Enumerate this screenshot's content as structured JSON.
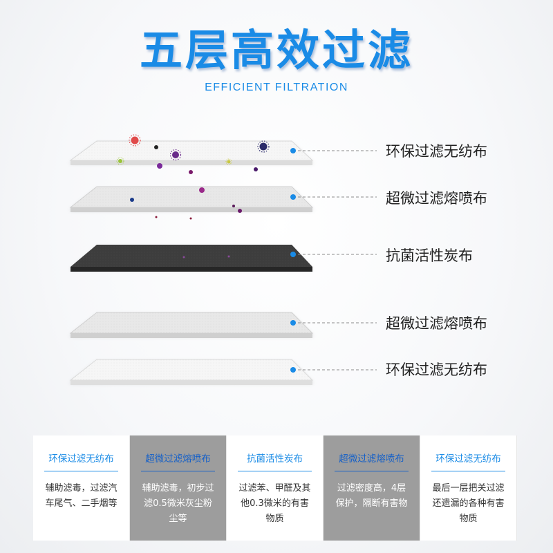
{
  "header": {
    "title": "五层高效过滤",
    "subtitle": "EFFICIENT FILTRATION"
  },
  "layers": [
    {
      "label": "环保过滤无纺布",
      "shade": "#f6f6f6"
    },
    {
      "label": "超微过滤熔喷布",
      "shade": "#e8e8e8"
    },
    {
      "label": "抗菌活性炭布",
      "shade": "#3c3c3c"
    },
    {
      "label": "超微过滤熔喷布",
      "shade": "#e8e8e8"
    },
    {
      "label": "环保过滤无纺布",
      "shade": "#f6f6f6"
    }
  ],
  "cards": [
    {
      "title": "环保过滤无纺布",
      "desc": "辅助滤毒，过滤汽车尾气、二手烟等",
      "style": "white"
    },
    {
      "title": "超微过滤熔喷布",
      "desc": "辅助滤毒，初步过滤0.5微米灰尘粉尘等",
      "style": "gray"
    },
    {
      "title": "抗菌活性炭布",
      "desc": "过滤苯、甲醛及其他0.3微米的有害物质",
      "style": "white"
    },
    {
      "title": "超微过滤熔喷布",
      "desc": "过滤密度高，4层保护，隔断有害物",
      "style": "gray"
    },
    {
      "title": "环保过滤无纺布",
      "desc": "最后一层把关过滤还遗漏的各种有害物质",
      "style": "white"
    }
  ],
  "colors": {
    "accent": "#1a8be6",
    "marker": "#1a8be6"
  }
}
